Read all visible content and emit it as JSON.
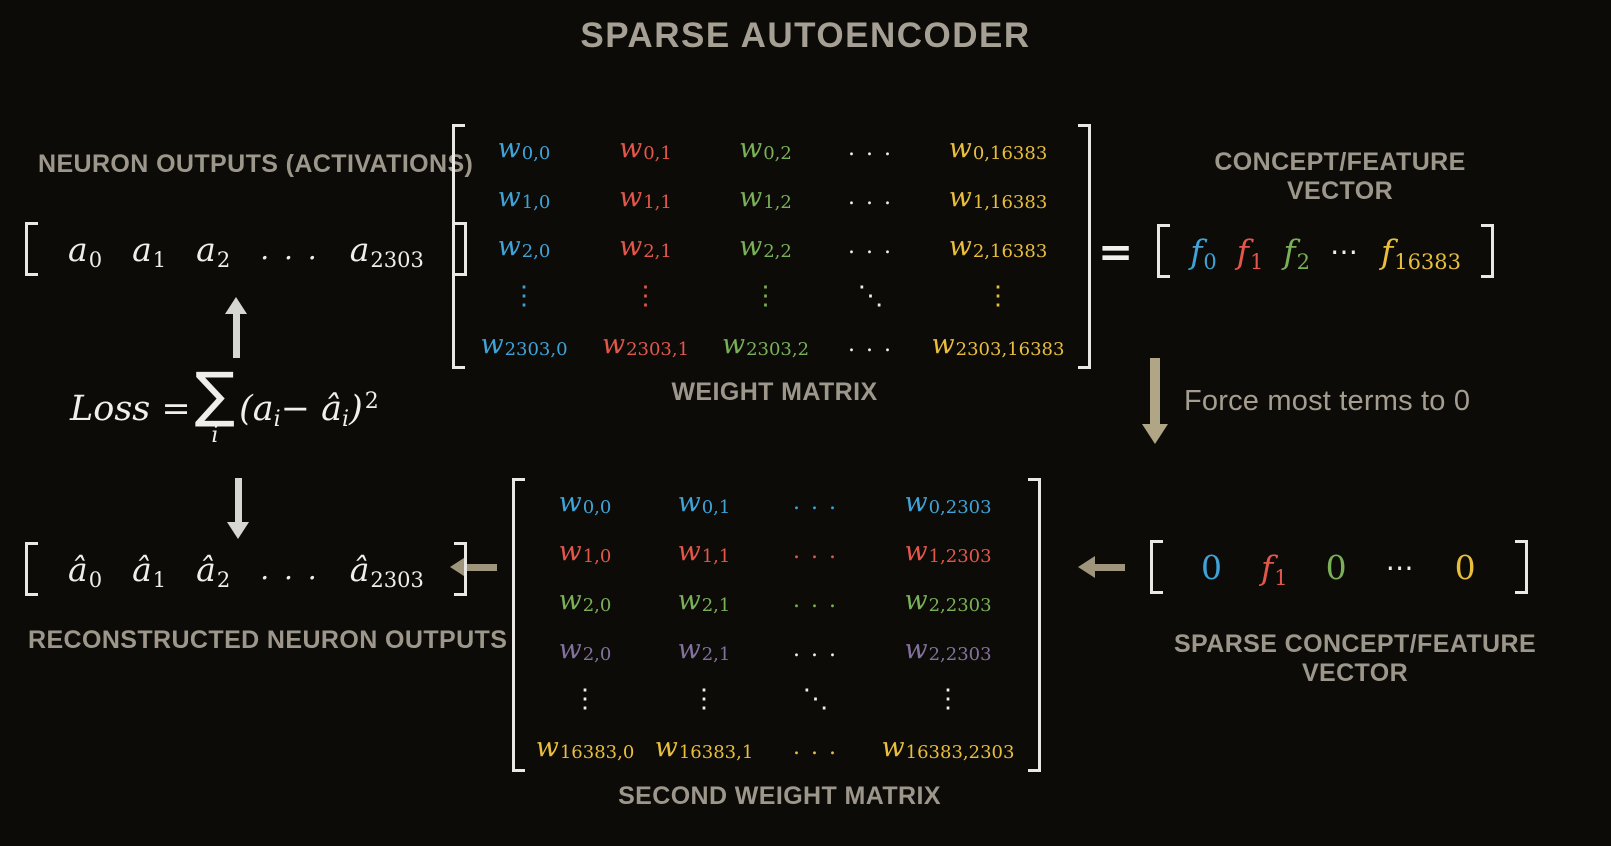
{
  "title": "SPARSE AUTOENCODER",
  "labels": {
    "neuron_outputs": "NEURON OUTPUTS (ACTIVATIONS)",
    "weight_matrix": "WEIGHT MATRIX",
    "concept_vector": "CONCEPT/FEATURE VECTOR",
    "force_text": "Force most terms to 0",
    "sparse_vector": "SPARSE CONCEPT/FEATURE VECTOR",
    "second_weight_matrix": "SECOND WEIGHT MATRIX",
    "reconstructed": "RECONSTRUCTED NEURON OUTPUTS"
  },
  "palette": {
    "background": "#0c0b08",
    "label_gray": "#9d978b",
    "math_white": "#efeeea",
    "blue": "#3fa3d8",
    "red": "#e2574a",
    "green": "#79b058",
    "yellow": "#e9be3c",
    "purple": "#83719d",
    "arrow_gray": "#d6d6d2",
    "arrow_tan": "#b0a585"
  },
  "loss": {
    "lhs": "Loss =",
    "sigma": "∑",
    "index": "i",
    "t1": "(a",
    "s1": "i",
    "t2": " − â",
    "s2": "i",
    "t3": ")",
    "sup": "2"
  },
  "vectors": {
    "activations": {
      "entries": [
        {
          "base": "a",
          "sub": "0"
        },
        {
          "base": "a",
          "sub": "1"
        },
        {
          "base": "a",
          "sub": "2"
        },
        {
          "base": ". . ."
        },
        {
          "base": "a",
          "sub": "2303"
        }
      ]
    },
    "features": {
      "eq": "=",
      "entries": [
        {
          "base": "f",
          "sub": "0",
          "color": "blue"
        },
        {
          "base": "f",
          "sub": "1",
          "color": "red"
        },
        {
          "base": "f",
          "sub": "2",
          "color": "green"
        },
        {
          "base": "⋯",
          "color": "white"
        },
        {
          "base": "f",
          "sub": "16383",
          "color": "yellow"
        }
      ]
    },
    "sparse": {
      "entries": [
        {
          "base": "0",
          "color": "blue"
        },
        {
          "base": "f",
          "sub": "1",
          "color": "red"
        },
        {
          "base": "0",
          "color": "green"
        },
        {
          "base": "⋯",
          "color": "white"
        },
        {
          "base": "0",
          "color": "yellow"
        }
      ]
    },
    "reconstructed": {
      "entries": [
        {
          "base": "â",
          "sub": "0"
        },
        {
          "base": "â",
          "sub": "1"
        },
        {
          "base": "â",
          "sub": "2"
        },
        {
          "base": ". . ."
        },
        {
          "base": "â",
          "sub": "2303"
        }
      ]
    }
  },
  "matrix1": {
    "rows": [
      [
        {
          "base": "w",
          "sub": "0,0",
          "color": "blue"
        },
        {
          "base": "w",
          "sub": "0,1",
          "color": "red"
        },
        {
          "base": "w",
          "sub": "0,2",
          "color": "green"
        },
        {
          "base": ". . .",
          "color": "white"
        },
        {
          "base": "w",
          "sub": "0,16383",
          "color": "yellow"
        }
      ],
      [
        {
          "base": "w",
          "sub": "1,0",
          "color": "blue"
        },
        {
          "base": "w",
          "sub": "1,1",
          "color": "red"
        },
        {
          "base": "w",
          "sub": "1,2",
          "color": "green"
        },
        {
          "base": ". . .",
          "color": "white"
        },
        {
          "base": "w",
          "sub": "1,16383",
          "color": "yellow"
        }
      ],
      [
        {
          "base": "w",
          "sub": "2,0",
          "color": "blue"
        },
        {
          "base": "w",
          "sub": "2,1",
          "color": "red"
        },
        {
          "base": "w",
          "sub": "2,2",
          "color": "green"
        },
        {
          "base": ". . .",
          "color": "white"
        },
        {
          "base": "w",
          "sub": "2,16383",
          "color": "yellow"
        }
      ],
      [
        {
          "base": "⋮",
          "color": "blue"
        },
        {
          "base": "⋮",
          "color": "red"
        },
        {
          "base": "⋮",
          "color": "green"
        },
        {
          "base": "⋱",
          "color": "white"
        },
        {
          "base": "⋮",
          "color": "yellow"
        }
      ],
      [
        {
          "base": "w",
          "sub": "2303,0",
          "color": "blue"
        },
        {
          "base": "w",
          "sub": "2303,1",
          "color": "red"
        },
        {
          "base": "w",
          "sub": "2303,2",
          "color": "green"
        },
        {
          "base": ". . .",
          "color": "white"
        },
        {
          "base": "w",
          "sub": "2303,16383",
          "color": "yellow"
        }
      ]
    ]
  },
  "matrix2": {
    "rows": [
      [
        {
          "base": "w",
          "sub": "0,0",
          "color": "blue"
        },
        {
          "base": "w",
          "sub": "0,1",
          "color": "blue"
        },
        {
          "base": ". . .",
          "color": "blue"
        },
        {
          "base": "w",
          "sub": "0,2303",
          "color": "blue"
        }
      ],
      [
        {
          "base": "w",
          "sub": "1,0",
          "color": "red"
        },
        {
          "base": "w",
          "sub": "1,1",
          "color": "red"
        },
        {
          "base": ". . .",
          "color": "red"
        },
        {
          "base": "w",
          "sub": "1,2303",
          "color": "red"
        }
      ],
      [
        {
          "base": "w",
          "sub": "2,0",
          "color": "green"
        },
        {
          "base": "w",
          "sub": "2,1",
          "color": "green"
        },
        {
          "base": ". . .",
          "color": "green"
        },
        {
          "base": "w",
          "sub": "2,2303",
          "color": "green"
        }
      ],
      [
        {
          "base": "w",
          "sub": "2,0",
          "color": "purple"
        },
        {
          "base": "w",
          "sub": "2,1",
          "color": "purple"
        },
        {
          "base": ". . .",
          "color": "white"
        },
        {
          "base": "w",
          "sub": "2,2303",
          "color": "purple"
        }
      ],
      [
        {
          "base": "⋮",
          "color": "white"
        },
        {
          "base": "⋮",
          "color": "white"
        },
        {
          "base": "⋱",
          "color": "white"
        },
        {
          "base": "⋮",
          "color": "white"
        }
      ],
      [
        {
          "base": "w",
          "sub": "16383,0",
          "color": "yellow"
        },
        {
          "base": "w",
          "sub": "16383,1",
          "color": "yellow"
        },
        {
          "base": ". . .",
          "color": "yellow"
        },
        {
          "base": "w",
          "sub": "16383,2303",
          "color": "yellow"
        }
      ]
    ]
  }
}
